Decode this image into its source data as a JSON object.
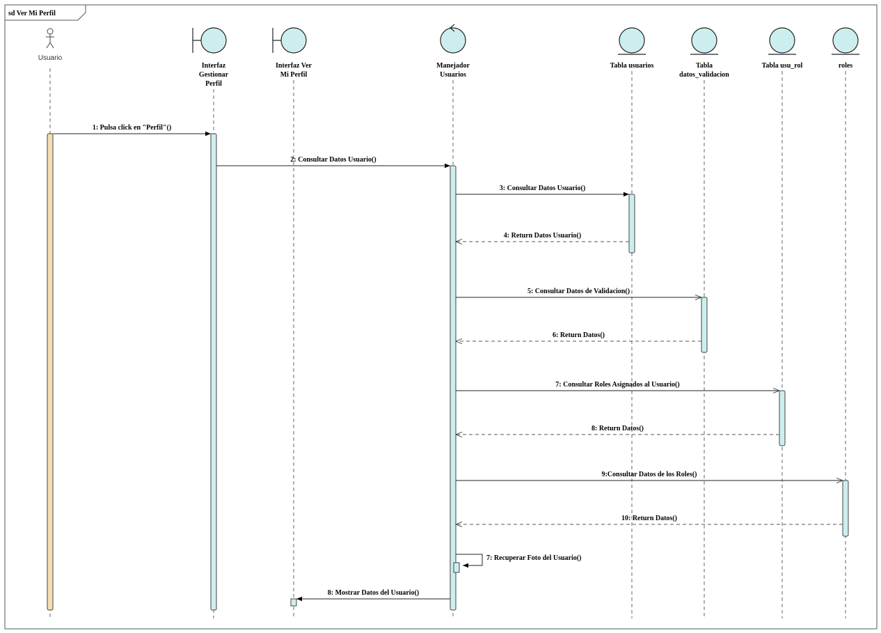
{
  "frame": {
    "title": "sd Ver Mi Perfil"
  },
  "colors": {
    "object_fill": "#cdeeee",
    "activation_fill": "#cdeeee",
    "actor_activation_fill": "#f5deb3",
    "line": "#2b2b2b"
  },
  "participants": [
    {
      "id": "usuario",
      "kind": "actor",
      "label_lines": [
        "Usuario"
      ],
      "icon": "actor-icon"
    },
    {
      "id": "interfaz-gestionar-perfil",
      "kind": "boundary",
      "label_lines": [
        "Interfaz",
        "Gestionar",
        "Perfil"
      ],
      "icon": "boundary-icon"
    },
    {
      "id": "interfaz-ver-mi-perfil",
      "kind": "boundary",
      "label_lines": [
        "Interfaz Ver",
        "Mi Perfil"
      ],
      "icon": "boundary-icon"
    },
    {
      "id": "manejador-usuarios",
      "kind": "control",
      "label_lines": [
        "Manejador",
        "Usuarios"
      ],
      "icon": "control-icon"
    },
    {
      "id": "tabla-usuarios",
      "kind": "entity",
      "label_lines": [
        "Tabla usuarios"
      ],
      "icon": "entity-icon"
    },
    {
      "id": "tabla-datos-validacion",
      "kind": "entity",
      "label_lines": [
        "Tabla",
        "datos_validacion"
      ],
      "icon": "entity-icon"
    },
    {
      "id": "tabla-usu-rol",
      "kind": "entity",
      "label_lines": [
        "Tabla usu_rol"
      ],
      "icon": "entity-icon"
    },
    {
      "id": "roles",
      "kind": "entity",
      "label_lines": [
        "roles"
      ],
      "icon": "entity-icon"
    }
  ],
  "messages": [
    {
      "from": 0,
      "to": 1,
      "label": "1: Pulsa click en \"Perfil\"()",
      "kind": "sync"
    },
    {
      "from": 1,
      "to": 3,
      "label": "2: Consultar Datos Usuario()",
      "kind": "sync"
    },
    {
      "from": 3,
      "to": 4,
      "label": "3: Consultar Datos Usuario()",
      "kind": "sync"
    },
    {
      "from": 4,
      "to": 3,
      "label": "4: Return Datos Usuario()",
      "kind": "return"
    },
    {
      "from": 3,
      "to": 5,
      "label": "5: Consultar Datos de Validacion()",
      "kind": "async"
    },
    {
      "from": 5,
      "to": 3,
      "label": "6: Return Datos()",
      "kind": "return"
    },
    {
      "from": 3,
      "to": 6,
      "label": "7: Consultar Roles Asignados al Usuario()",
      "kind": "async"
    },
    {
      "from": 6,
      "to": 3,
      "label": "8: Return Datos()",
      "kind": "return"
    },
    {
      "from": 3,
      "to": 7,
      "label": "9:Consultar Datos de los Roles()",
      "kind": "async"
    },
    {
      "from": 7,
      "to": 3,
      "label": "10: Return Datos()",
      "kind": "return"
    },
    {
      "from": 3,
      "to": 3,
      "label": "7: Recuperar Foto del Usuario()",
      "kind": "self"
    },
    {
      "from": 3,
      "to": 2,
      "label": "8: Mostrar Datos del Usuario()",
      "kind": "sync"
    }
  ]
}
